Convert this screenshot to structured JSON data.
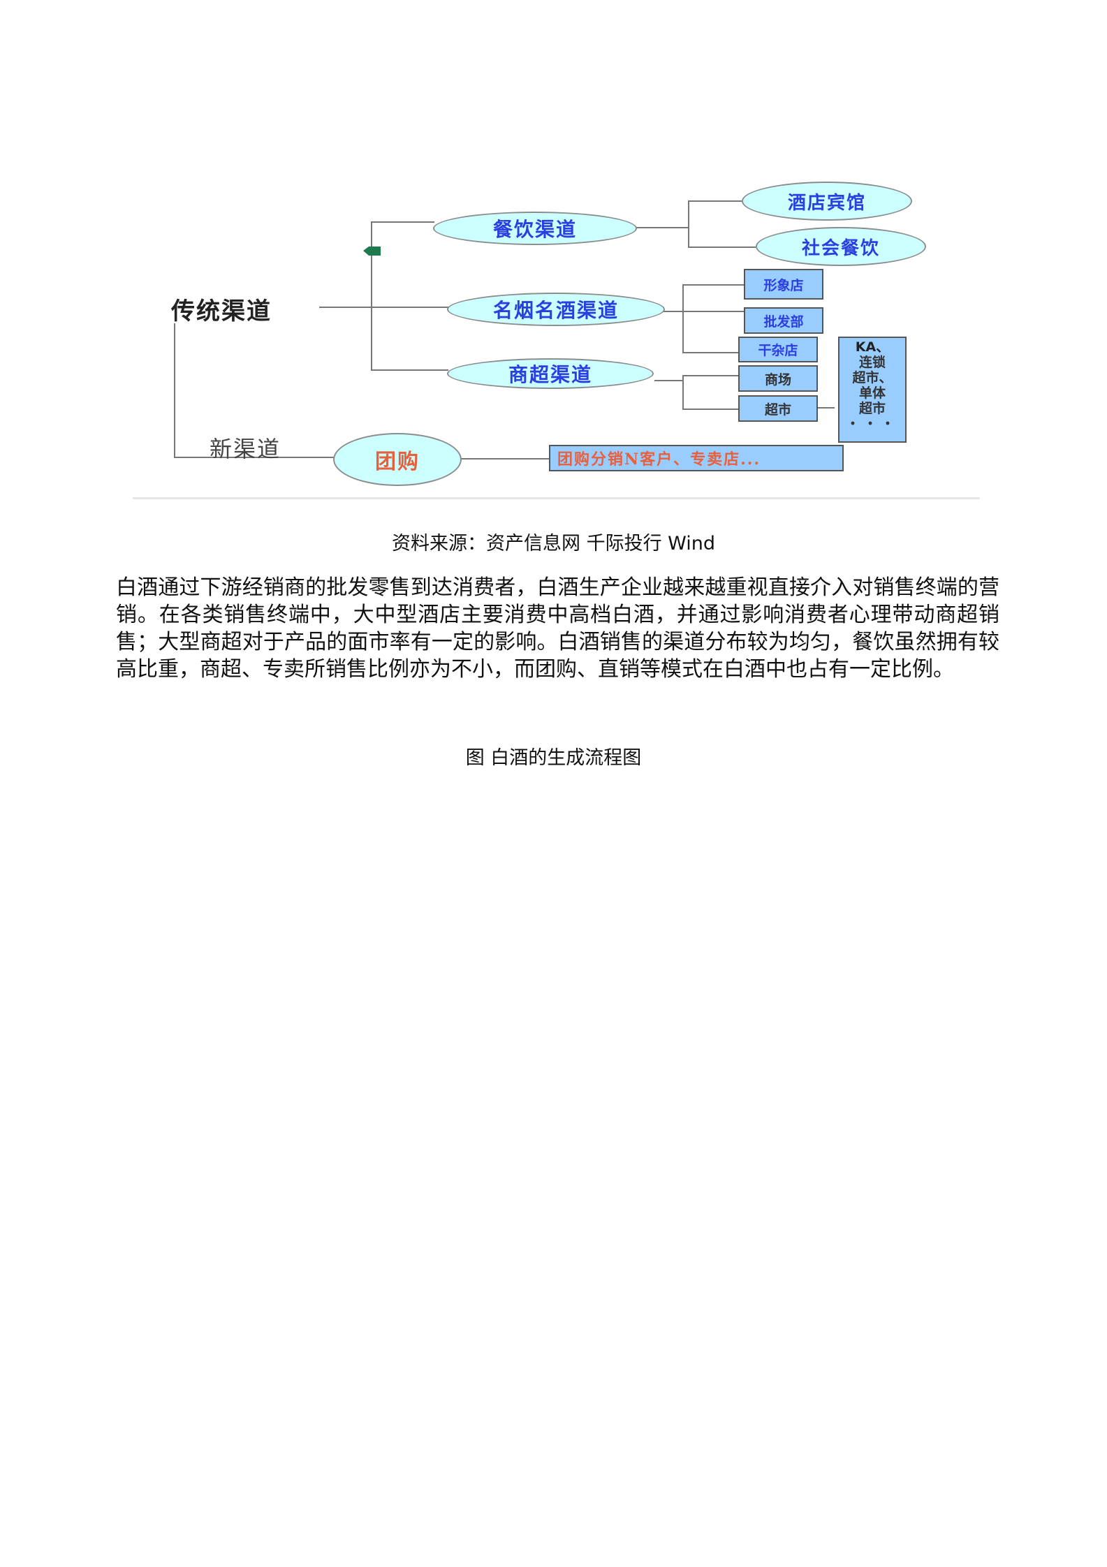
{
  "diagram": {
    "root_traditional": "传统渠道",
    "root_new": "新渠道",
    "channels": {
      "catering": "餐饮渠道",
      "tobacco_liquor": "名烟名酒渠道",
      "supermarket": "商超渠道",
      "group_buy": "团购"
    },
    "catering_children": [
      "酒店宾馆",
      "社会餐饮"
    ],
    "tobacco_children": [
      "形象店",
      "批发部",
      "干杂店"
    ],
    "supermarket_children": [
      "商场",
      "超市"
    ],
    "ka_box": [
      "KA、",
      "连锁",
      "超市、",
      "单体",
      "超市",
      "・・・"
    ],
    "group_buy_target": "团购分销N客户、专卖店...",
    "colors": {
      "ellipse_fill": "#ccffff",
      "box_fill": "#99ccff",
      "ellipse_text": "#2b3fe0",
      "group_buy_text": "#e8603c",
      "marker": "#1f7a4d"
    }
  },
  "source_caption": "资料来源：资产信息网 千际投行 Wind",
  "paragraph": "白酒通过下游经销商的批发零售到达消费者，白酒生产企业越来越重视直接介入对销售终端的营销。在各类销售终端中，大中型酒店主要消费中高档白酒，并通过影响消费者心理带动商超销售；大型商超对于产品的面市率有一定的影响。白酒销售的渠道分布较为均匀，餐饮虽然拥有较高比重，商超、专卖所销售比例亦为不小，而团购、直销等模式在白酒中也占有一定比例。",
  "figure_title": "图 白酒的生成流程图"
}
